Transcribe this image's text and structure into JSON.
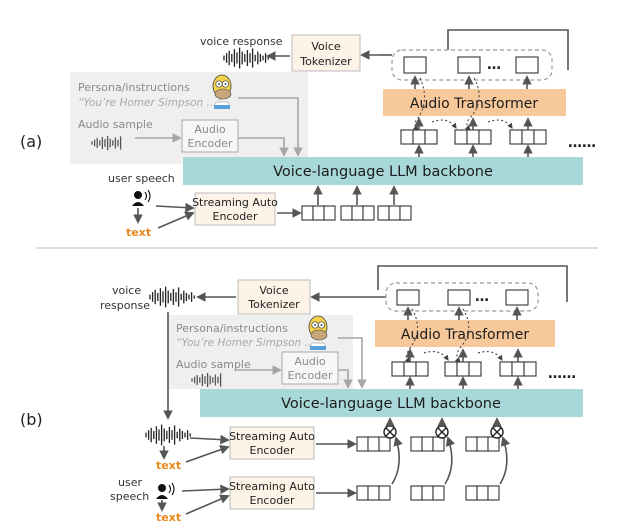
{
  "panel_a": {
    "label": "(a)",
    "voice_response": "voice response",
    "voice_tokenizer": [
      "Voice",
      "Tokenizer"
    ],
    "persona_title": "Persona/instructions",
    "persona_example": "“You’re Homer Simpson …”",
    "audio_sample": "Audio sample",
    "audio_encoder": [
      "Audio",
      "Encoder"
    ],
    "audio_transformer": "Audio Transformer",
    "llm_backbone": "Voice-language LLM backbone",
    "user_speech": "user speech",
    "text": "text",
    "streaming_encoder": [
      "Streaming Auto",
      "Encoder"
    ],
    "ellipsis": "……",
    "token_dots": "…"
  },
  "panel_b": {
    "label": "(b)",
    "voice_response": [
      "voice",
      "response"
    ],
    "voice_tokenizer": [
      "Voice",
      "Tokenizer"
    ],
    "persona_title": "Persona/instructions",
    "persona_example": "“You’re Homer Simpson …”",
    "audio_sample": "Audio sample",
    "audio_encoder": [
      "Audio",
      "Encoder"
    ],
    "audio_transformer": "Audio Transformer",
    "llm_backbone": "Voice-language LLM backbone",
    "text_1": "text",
    "text_2": "text",
    "user_speech": [
      "user",
      "speech"
    ],
    "streaming_encoder_1": [
      "Streaming Auto",
      "Encoder"
    ],
    "streaming_encoder_2": [
      "Streaming Auto",
      "Encoder"
    ],
    "ellipsis": "……",
    "token_dots": "…"
  },
  "colors": {
    "llm_fill": "#a9d8da",
    "audio_transformer_fill": "#f7c99a",
    "tokenizer_fill": "#fdf3e6",
    "persona_panel_fill": "#efefef",
    "text_orange": "#e8891e"
  },
  "icons": [
    "homer-simpson-icon",
    "waveform-icon",
    "person-speaking-icon",
    "multiply-circle-icon"
  ]
}
